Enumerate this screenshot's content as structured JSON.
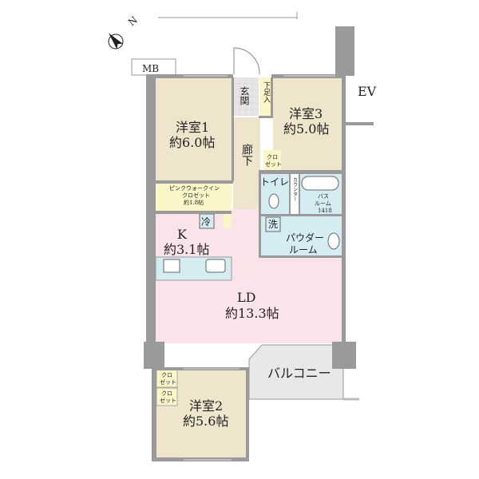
{
  "compass": {
    "label": "N"
  },
  "labels": {
    "mb": "MB",
    "ev": "EV",
    "genkan": "玄関",
    "shoe_storage": "下足入",
    "corridor": "廊下",
    "bedroom1": {
      "name": "洋室1",
      "size": "約6.0帖"
    },
    "bedroom2": {
      "name": "洋室2",
      "size": "約5.6帖"
    },
    "bedroom3": {
      "name": "洋室3",
      "size": "約5.0帖"
    },
    "kitchen": {
      "name": "K",
      "size": "約3.1帖"
    },
    "ld": {
      "name": "LD",
      "size": "約13.3帖"
    },
    "wic": {
      "line1": "ピンクウォークイン",
      "line2": "クロゼット",
      "line3": "約1.8帖"
    },
    "closet": {
      "line1": "クロ",
      "line2": "ゼット"
    },
    "toilet": "トイレ",
    "counter": "カウンター",
    "bath": {
      "line1": "バス",
      "line2": "ルーム",
      "line3": "1418"
    },
    "washer": "洗",
    "fridge": "冷",
    "powder": {
      "line1": "パウダー",
      "line2": "ルーム"
    },
    "balcony": "バルコニー"
  },
  "colors": {
    "wall": "#9a9a9a",
    "room": "#efe4cc",
    "ld": "#fbe4e9",
    "wet": "#d5ecf2",
    "closet": "#fbf6c8",
    "balcony": "#e8e8e8"
  }
}
